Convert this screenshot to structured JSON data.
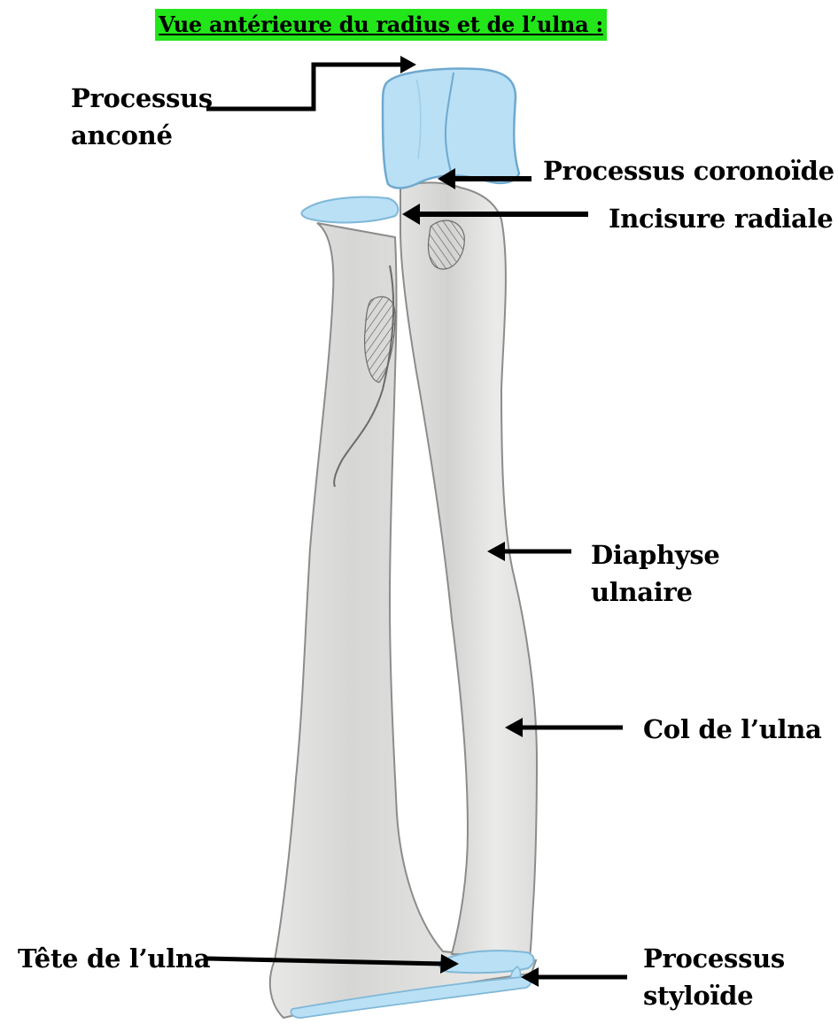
{
  "title": "Vue antérieure du radius et de l’ulna :",
  "labels": {
    "processus_ancone": [
      "Processus",
      "anconé"
    ],
    "processus_coronoide": "Processus coronoïde",
    "incisure_radiale": "Incisure radiale",
    "diaphyse_ulnaire": [
      "Diaphyse",
      "ulnaire"
    ],
    "col_ulna": "Col de l’ulna",
    "tete_ulna": "Tête de l’ulna",
    "processus_styloide": [
      "Processus",
      "styloïde"
    ]
  },
  "colors": {
    "title_highlight": "#22e61a",
    "cartilage_blue": "#b9e0f5",
    "bone_fill": "#ededeb",
    "pencil_outline": "#8c8c8c"
  }
}
